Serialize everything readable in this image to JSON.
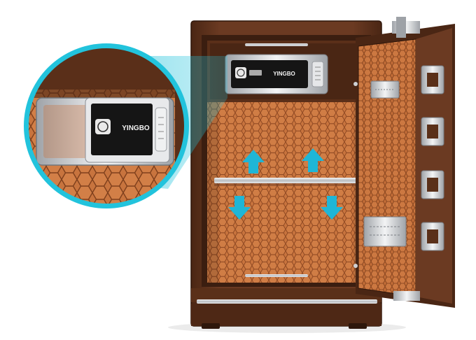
{
  "image": {
    "subject": "safe",
    "brand_label": "YINGBO",
    "magnified_brand_label": "YINGBO"
  },
  "colors": {
    "body_brown": "#6b3a22",
    "body_dark": "#3e2112",
    "interior_orange": "#c8743e",
    "hex_line": "#8a4520",
    "chrome": "#d8dadd",
    "cyan_arrow": "#1fb6d6",
    "magnifier_cyan": "#22c3dc",
    "panel_black": "#151515"
  },
  "icons": {
    "fingerprint": "fingerprint-icon",
    "arrows": [
      "arrow-up-icon",
      "arrow-up-icon",
      "arrow-down-icon",
      "arrow-down-icon"
    ]
  }
}
